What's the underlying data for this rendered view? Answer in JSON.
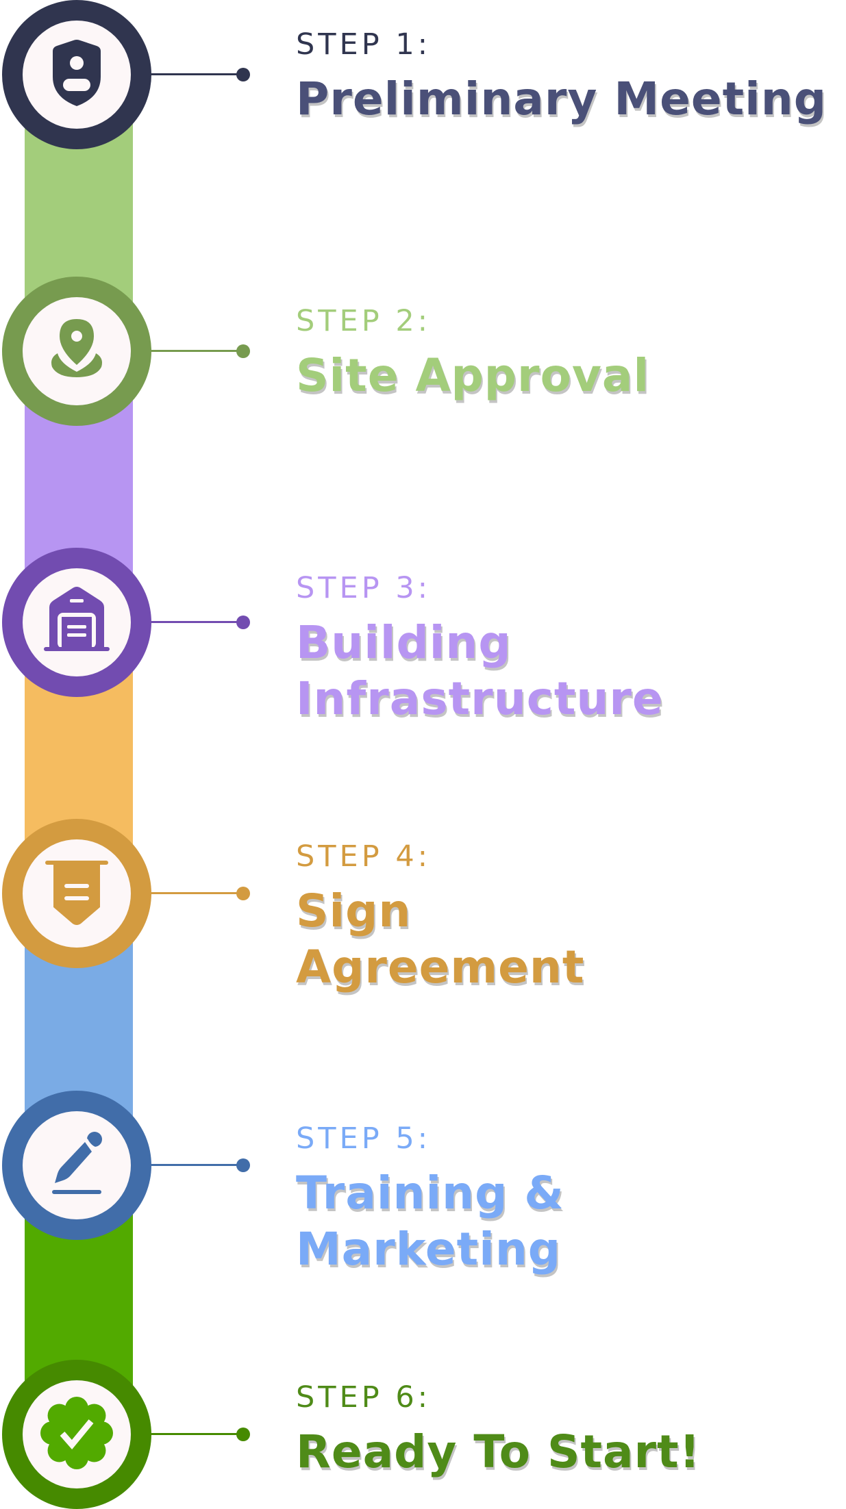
{
  "steps": [
    {
      "label": "STEP 1:",
      "title": "Preliminary Meeting",
      "icon": "user-shield-icon",
      "circle": "#30354f",
      "text": "#4a5078",
      "label_color": "#30354f",
      "bar": "#a3cd7b"
    },
    {
      "label": "STEP 2:",
      "title": "Site Approval",
      "icon": "location-pin-icon",
      "circle": "#779b4f",
      "text": "#a3cd7b",
      "label_color": "#a3cd7b",
      "bar": "#b795f2"
    },
    {
      "label": "STEP 3:",
      "title": "Building Infrastructure",
      "icon": "warehouse-icon",
      "circle": "#724cb0",
      "text": "#b795f2",
      "label_color": "#b795f2",
      "bar": "#f5bc60"
    },
    {
      "label": "STEP 4:",
      "title": "Sign Agreement",
      "icon": "document-banner-icon",
      "circle": "#d39b40",
      "text": "#d39b40",
      "label_color": "#d39b40",
      "bar": "#7aabe5"
    },
    {
      "label": "STEP 5:",
      "title": "Training & Marketing",
      "icon": "pen-sign-icon",
      "circle": "#416da9",
      "text": "#7aaaf7",
      "label_color": "#7aaaf7",
      "bar": "#52aa00"
    },
    {
      "label": "STEP 6:",
      "title": "Ready To Start!",
      "icon": "verified-badge-icon",
      "circle": "#468a00",
      "text": "#4f8b18",
      "label_color": "#4f8b18",
      "bar": ""
    }
  ]
}
